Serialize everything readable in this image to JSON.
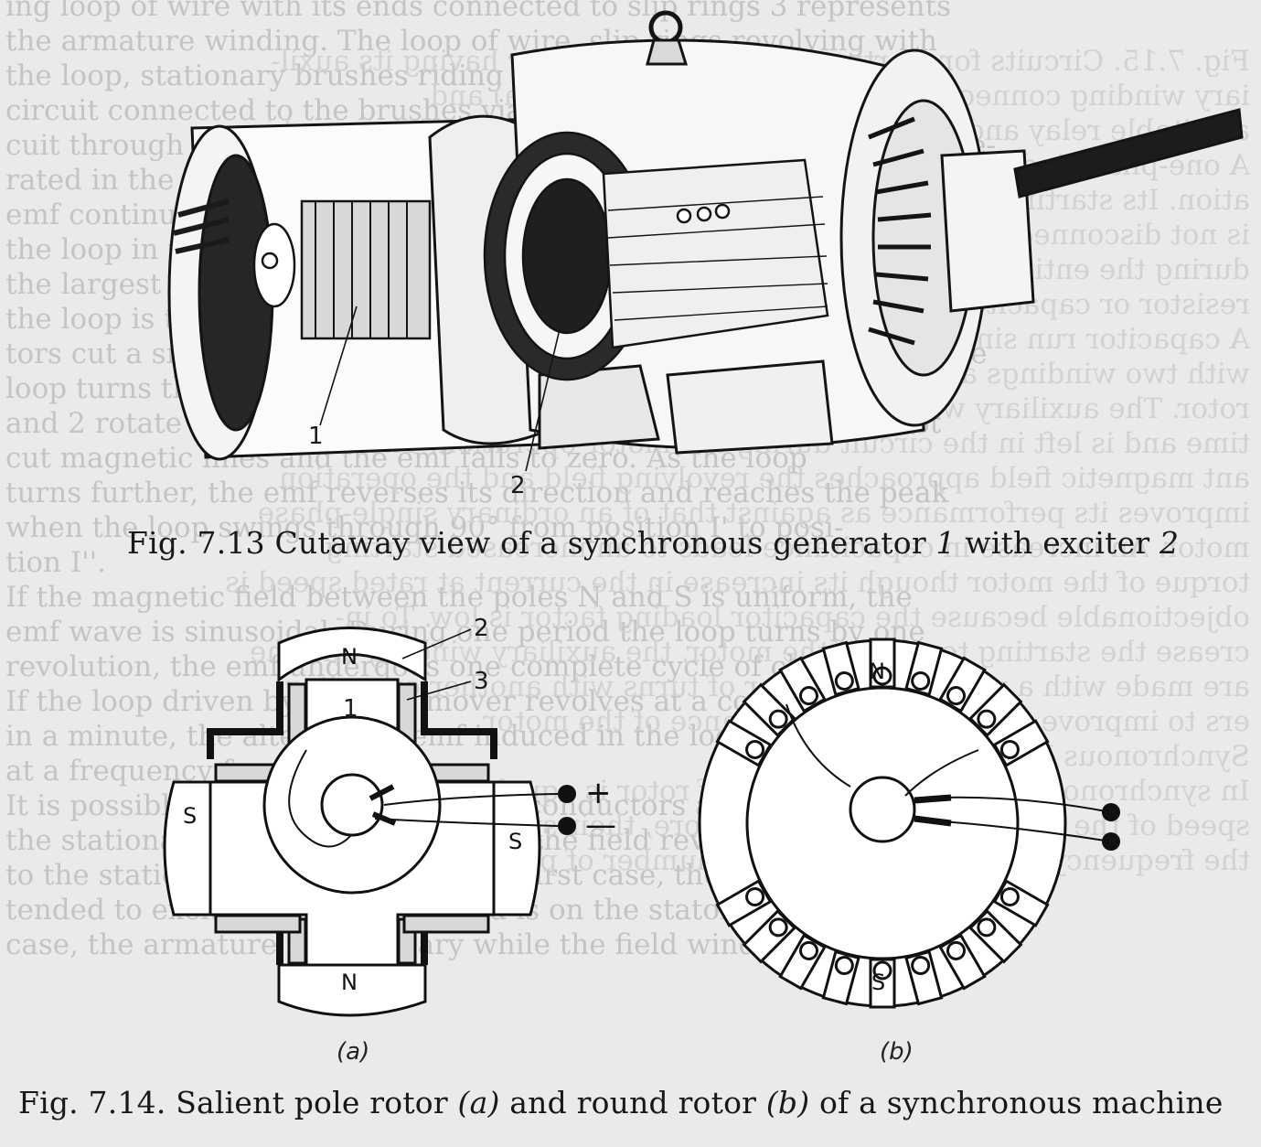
{
  "background_text": {
    "bleed_lines": [
      "ing loop of wire with its ends connected to slip rings 3 represents",
      "the armature winding. The loop of wire, slip rings revolving with",
      "the loop, stationary brushes riding on the rings, and the external",
      "circuit connected to the brushes via the load form a closed cir-",
      "cuit through which a current flows under the action of the emf gene-",
      "rated in the loop as it cuts through the magnetic flux. The",
      "emf continuously varies in magnitude during the rotation of",
      "the loop in the magnetic field. When the conductors cut",
      "the largest number of magnetic lines of force and the emf in",
      "the loop is the highest, the loop continues to rotate, the conduc-",
      "tors cut a smaller number of magnetic lines per unit time. When the",
      "loop turns through 90° from position I' to position I, conductors 1",
      "and 2 rotate in the direction of magnetic lines. They, thus, do not",
      "cut magnetic lines and the emf falls to zero. As the loop",
      "turns further, the emf reverses its direction and reaches the peak",
      "when the loop swings through 90° from position I' to posi-",
      "tion I''.",
      "If the magnetic field between the poles N and S is uniform, the",
      "emf wave is sinusoidal. During one period the loop turns by one",
      "revolution, the emf undergoes one complete cycle of changes.",
      "If the loop driven by a prime mover revolves at a constant speed n",
      "in a minute, the alternating emf induced in the loop repeats itself",
      "at a frequency f = n/60.",
      "It is possible to generate the emf in conductors as they move in",
      "the stationary magnetic field and as the field revolves with respect",
      "to the stationary conductors. In the first case, the field winding in-",
      "tended to excite the magnetic field is on the stator, and the armature",
      "case, the armature is stationary while the field winding rotates"
    ],
    "mirror_lines": [
      "Fig. 7.15. Circuits for starting a single-phase motor having its auxil-",
      "iary winding connected in series with a capacitor (a) and",
      "a suitable relay and the centrifugal switch in the single-phase machine",
      "A one-phase induction motor with a capacitor-start phase split",
      "ation. Its starting winding is connected to the supply in series",
      "is not disconnected and the capacitor remains in the auxiliary winding",
      "during the entire operation of the motor. This is the so-called",
      "resistor or capacitor-start single-phase induction motor",
      "A capacitor run single-phase induction motor has a motor",
      "with two windings arranged on the stator at an angle in space to the",
      "rotor. The auxiliary winding is designed to carry current for a long",
      "time and is left in the circuit during the motor operation. The result",
      "ant magnetic field approaches the revolving field and the operation",
      "improves its performance as against that of an ordinary single-phase",
      "motor. An increase in capacitance leads to an increased starting",
      "torque of the motor though its increase in the current at rated speed is",
      "objectionable because the capacitor loading factor is low. To in-",
      "crease the starting torque of the motor, the auxiliary winding and the",
      "are made with a particular number of turns with another capacitor",
      "ers to improve the starting performance of the motor",
      "",
      "Synchronous Machines",
      "In synchronous machines the speed of rotor is equal to the",
      "speed of the magnetic field and therefore, their speed of rotation",
      "the frequency of the current and the number of poles"
    ]
  },
  "figure_7_13": {
    "callouts": [
      "1",
      "2"
    ],
    "caption": {
      "prefix": "Fig. 7.13 Cutaway view of a synchronous generator ",
      "ref1": "1",
      "middle": " with exciter ",
      "ref2": "2"
    }
  },
  "figure_7_14": {
    "panel_a": {
      "label": "(a)",
      "poles": [
        "N",
        "S",
        "S",
        "N"
      ],
      "callouts": [
        "2",
        "3",
        "1"
      ],
      "terminal_plus": "+",
      "terminal_minus": "—"
    },
    "panel_b": {
      "label": "(b)",
      "poles": [
        "N",
        "S"
      ]
    },
    "caption": {
      "prefix": "Fig. 7.14. Salient pole rotor ",
      "a": "(a)",
      "middle": " and round rotor ",
      "b": "(b)",
      "suffix": " of a synchronous machine"
    }
  }
}
